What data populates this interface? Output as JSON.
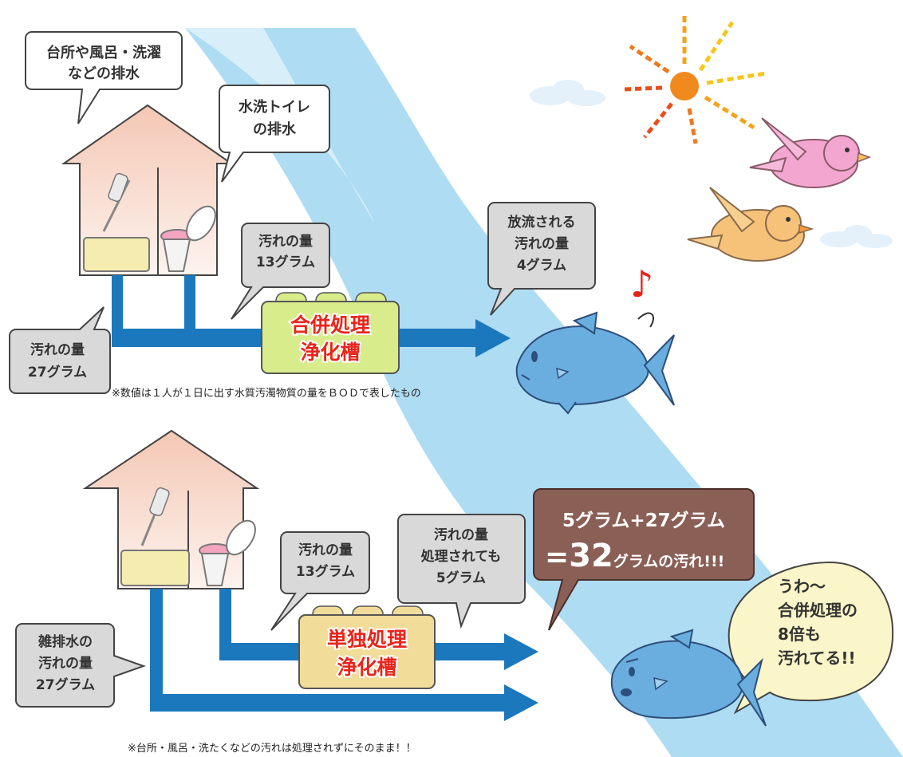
{
  "top": {
    "bubble_kitchen": [
      "台所や風呂・洗濯",
      "などの排水"
    ],
    "bubble_toilet": [
      "水洗トイレ",
      "の排水"
    ],
    "bubble_toilet_load": [
      "汚れの量",
      "13グラム"
    ],
    "bubble_grey_load": [
      "汚れの量",
      "27グラム"
    ],
    "bubble_discharge": [
      "放流される",
      "汚れの量",
      "4グラム"
    ],
    "tank_label": [
      "合併処理",
      "浄化槽"
    ],
    "note": "※数値は１人が１日に出す水質汚濁物質の量をＢＯＤで表したもの"
  },
  "bottom": {
    "bubble_toilet_load": [
      "汚れの量",
      "13グラム"
    ],
    "bubble_treated": [
      "汚れの量",
      "処理されても",
      "5グラム"
    ],
    "bubble_grey_load": [
      "雑排水の",
      "汚れの量",
      "27グラム"
    ],
    "total_line1": "5グラム+27グラム",
    "total_eq": "=",
    "total_num": "32",
    "total_rest": "グラムの汚れ!!!",
    "tank_label": [
      "単独処理",
      "浄化槽"
    ],
    "fish_speech": [
      "うわ～",
      "合併処理の",
      "8倍も",
      "汚れてる!!"
    ],
    "note": "※台所・風呂・洗たくなどの汚れは処理されずにそのまま！！"
  },
  "music_note": "♪",
  "colors": {
    "river": "#a9dbf2",
    "pipe": "#1b78bd",
    "house": "#f7d8c9",
    "gray_bubble": "#d9d9d9",
    "brown_bubble": "#8a5f55",
    "tank_top": "#d9ec8c",
    "tank_bottom": "#f1dc9a",
    "fish": "#6aaee0",
    "sun": "#f08a1c"
  }
}
